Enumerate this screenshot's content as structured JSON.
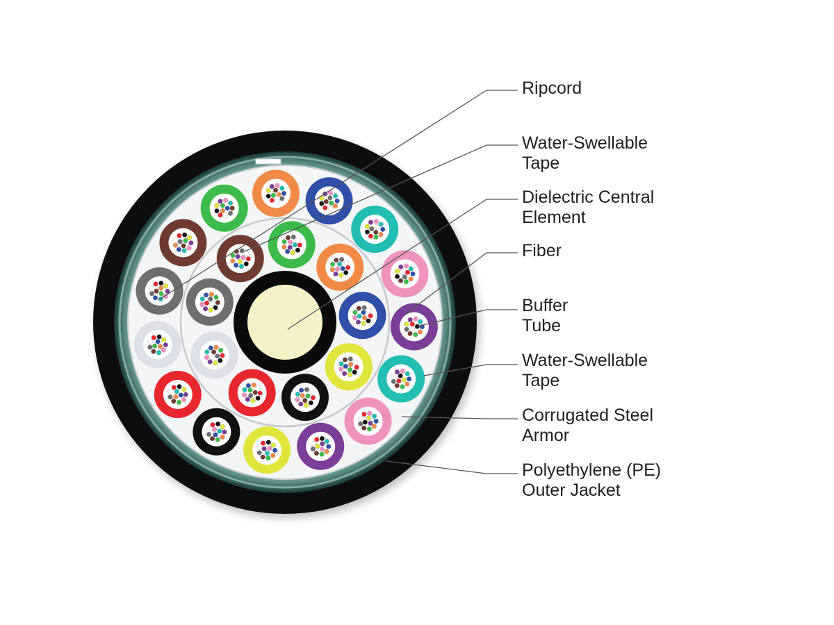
{
  "labels": [
    {
      "id": "ripcord",
      "lines": [
        "Ripcord"
      ]
    },
    {
      "id": "water-swellable-tape-inner",
      "lines": [
        "Water-Swellable",
        "Tape"
      ]
    },
    {
      "id": "dielectric-central-element",
      "lines": [
        "Dielectric Central",
        "Element"
      ]
    },
    {
      "id": "fiber",
      "lines": [
        "Fiber"
      ]
    },
    {
      "id": "buffer-tube",
      "lines": [
        "Buffer",
        "Tube"
      ]
    },
    {
      "id": "water-swellable-tape-outer",
      "lines": [
        "Water-Swellable",
        "Tape"
      ]
    },
    {
      "id": "corrugated-steel-armor",
      "lines": [
        "Corrugated Steel",
        "Armor"
      ]
    },
    {
      "id": "pe-outer-jacket",
      "lines": [
        "Polyethylene (PE)",
        "Outer Jacket"
      ]
    }
  ],
  "cable": {
    "layers": [
      "pe-outer-jacket",
      "corrugated-steel-armor",
      "water-swellable-tape",
      "buffer-tube-bundle",
      "dielectric-central-element"
    ],
    "colors": {
      "jacket": "#111111",
      "armor": "#3d6b66",
      "armor_light": "#9fc3bf",
      "tape": "#f4f5f6",
      "central_member": "#f6f2c8",
      "central_ring": "#0a0a0a"
    },
    "buffer_tube_colors": {
      "blue": "#2f4fa8",
      "orange": "#f08a46",
      "green": "#3dbb4a",
      "brown": "#6e3a32",
      "slate": "#6d6e70",
      "white": "#dde0e6",
      "red": "#e8262e",
      "black": "#111111",
      "yellow": "#dfe53a",
      "violet": "#7a3d98",
      "rose": "#ef92be",
      "aqua": "#22bdb3"
    },
    "outer_ring_tubes": [
      "green",
      "orange",
      "blue",
      "aqua",
      "rose",
      "violet",
      "aqua",
      "rose",
      "violet",
      "yellow",
      "black",
      "red",
      "white",
      "slate",
      "brown"
    ],
    "inner_ring_tubes": [
      "brown",
      "green",
      "orange",
      "blue",
      "yellow",
      "black",
      "red",
      "white",
      "slate"
    ],
    "fiber_colors": [
      "#2f4fa8",
      "#f08a46",
      "#3dbb4a",
      "#6e3a32",
      "#6d6e70",
      "#ffffff",
      "#e8262e",
      "#111111",
      "#dfe53a",
      "#7a3d98",
      "#ef92be",
      "#22bdb3"
    ]
  }
}
